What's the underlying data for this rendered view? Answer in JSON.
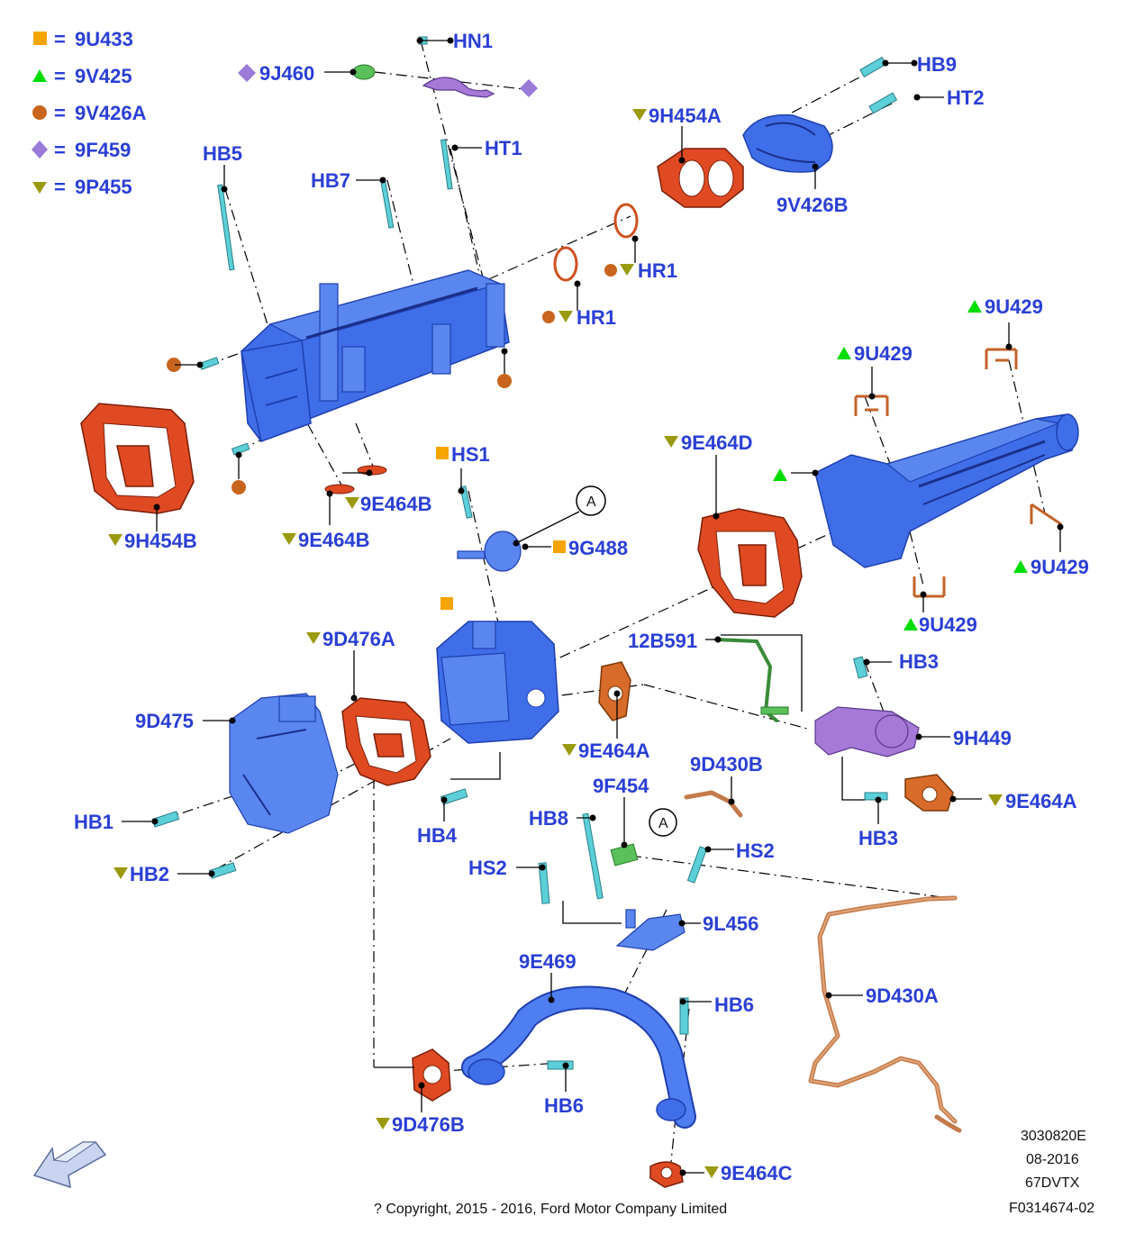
{
  "colors": {
    "label": "#2a3fd6",
    "orange_square": "#f5a400",
    "green_triangle": "#00dd00",
    "brown_circle": "#c8641e",
    "purple_diamond": "#9a7ad8",
    "olive_triangle": "#9a9a10",
    "gasket": "#e04a22",
    "housing": "#3f6ee8",
    "bolt": "#5ccfd8"
  },
  "legend": [
    {
      "symbol": "orange-square",
      "eq": "=",
      "code": "9U433"
    },
    {
      "symbol": "green-triangle",
      "eq": "=",
      "code": "9V425"
    },
    {
      "symbol": "brown-circle",
      "eq": "=",
      "code": "9V426A"
    },
    {
      "symbol": "purple-diamond",
      "eq": "=",
      "code": "9F459"
    },
    {
      "symbol": "olive-triangle",
      "eq": "=",
      "code": "9P455"
    }
  ],
  "labels": {
    "hn1": "HN1",
    "j460": "9J460",
    "hb9": "HB9",
    "ht2": "HT2",
    "ht1": "HT1",
    "h454a": "9H454A",
    "v426b": "9V426B",
    "hb5": "HB5",
    "hb7": "HB7",
    "hr1a": "HR1",
    "hr1b": "HR1",
    "u429a": "9U429",
    "u429b": "9U429",
    "u429c": "9U429",
    "u429d": "9U429",
    "h454b": "9H454B",
    "e464b1": "9E464B",
    "e464b2": "9E464B",
    "hs1": "HS1",
    "callout_a": "A",
    "g488": "9G488",
    "e464d": "9E464D",
    "d476a": "9D476A",
    "b591": "12B591",
    "hb3a": "HB3",
    "d475": "9D475",
    "h449": "9H449",
    "e464a1": "9E464A",
    "d430b": "9D430B",
    "e464a2": "9E464A",
    "hb1": "HB1",
    "f454": "9F454",
    "hb4": "HB4",
    "hb8": "HB8",
    "callout_a2": "A",
    "hb3b": "HB3",
    "hb2": "HB2",
    "hs2a": "HS2",
    "hs2b": "HS2",
    "l456": "9L456",
    "e469": "9E469",
    "d430a": "9D430A",
    "hb6a": "HB6",
    "hb6b": "HB6",
    "d476b": "9D476B",
    "e464c": "9E464C"
  },
  "footer": {
    "code1": "3030820E",
    "date": "08-2016",
    "model": "67DVTX",
    "ref": "F0314674-02",
    "copyright": "? Copyright, 2015 - 2016, Ford Motor Company Limited"
  },
  "icons": {
    "front_arrow": "direction-arrow-icon"
  }
}
